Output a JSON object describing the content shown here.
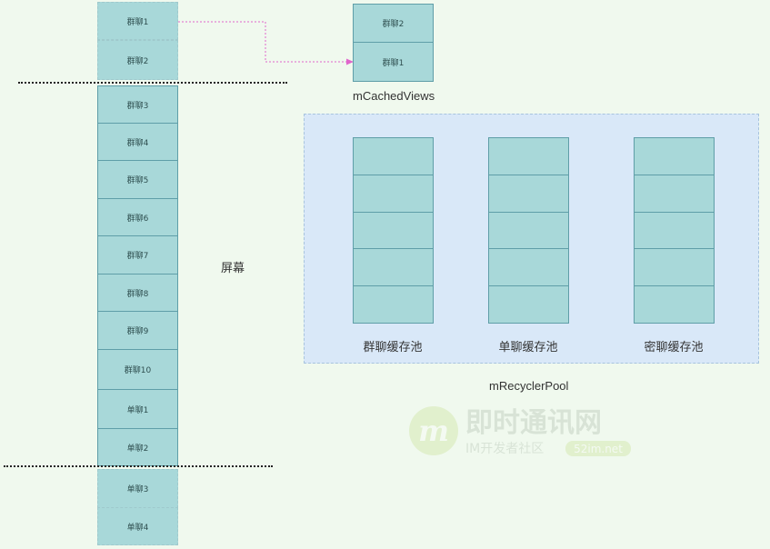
{
  "list_items": [
    {
      "label": "群聊1",
      "state": "offscreen"
    },
    {
      "label": "群聊2",
      "state": "offscreen"
    },
    {
      "label": "群聊3",
      "state": "onscreen"
    },
    {
      "label": "群聊4",
      "state": "onscreen"
    },
    {
      "label": "群聊5",
      "state": "onscreen"
    },
    {
      "label": "群聊6",
      "state": "onscreen"
    },
    {
      "label": "群聊7",
      "state": "onscreen"
    },
    {
      "label": "群聊8",
      "state": "onscreen"
    },
    {
      "label": "群聊9",
      "state": "onscreen"
    },
    {
      "label": "群聊10",
      "state": "onscreen"
    },
    {
      "label": "单聊1",
      "state": "onscreen"
    },
    {
      "label": "单聊2",
      "state": "onscreen"
    },
    {
      "label": "单聊3",
      "state": "offscreen"
    },
    {
      "label": "单聊4",
      "state": "offscreen"
    }
  ],
  "screen_label": "屏幕",
  "cached_views": {
    "items": [
      "群聊2",
      "群聊1"
    ],
    "caption": "mCachedViews"
  },
  "recycler_pool": {
    "caption": "mRecyclerPool",
    "pools": [
      {
        "name": "群聊缓存池",
        "slots": 5
      },
      {
        "name": "单聊缓存池",
        "slots": 5
      },
      {
        "name": "密聊缓存池",
        "slots": 5
      }
    ]
  },
  "watermark": {
    "logo_letter": "m",
    "brand": "即时通讯网",
    "tagline": "IM开发者社区",
    "site": "52im.net"
  },
  "colors": {
    "background": "#f0f9ee",
    "cell_fill": "#a8d8d9",
    "cell_border": "#5f9ea8",
    "pool_fill": "#d9e8f8",
    "arrow": "#e066cc"
  }
}
